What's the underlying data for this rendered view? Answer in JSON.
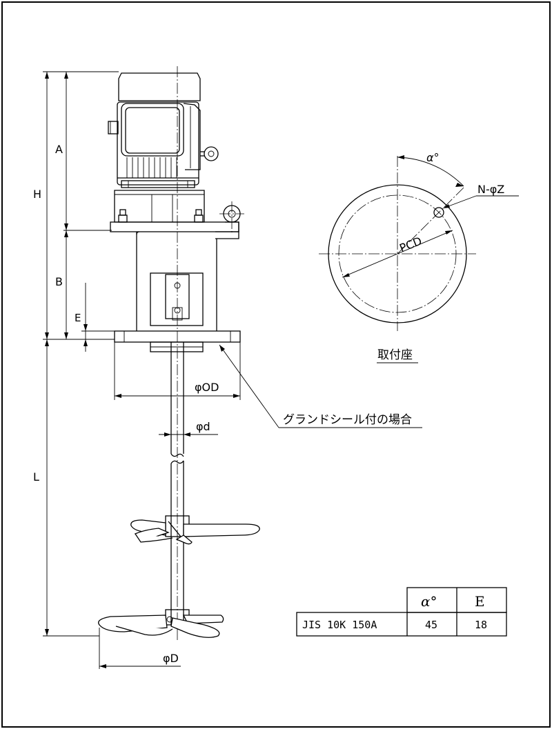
{
  "dims": {
    "H": "H",
    "A": "A",
    "B": "B",
    "E": "E",
    "L": "L",
    "OD": "φOD",
    "d": "φd",
    "D": "φD"
  },
  "gland_seal_note": "グランドシール付の場合",
  "mount_view": {
    "alpha": "α°",
    "holes": "N-φZ",
    "pcd": "PCD",
    "caption": "取付座"
  },
  "spec_table": {
    "headers": [
      "α°",
      "E"
    ],
    "rows": [
      {
        "name": "JIS 10K 150A",
        "alpha": "45",
        "e": "18"
      }
    ]
  }
}
